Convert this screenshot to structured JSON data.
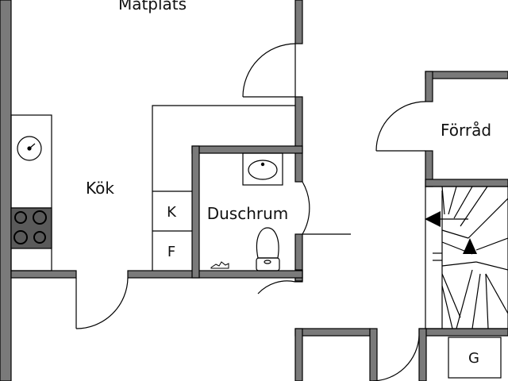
{
  "rooms": {
    "matplats": "Matplats",
    "kok": "Kök",
    "duschrum": "Duschrum",
    "forrad": "Förråd"
  },
  "fixtures": {
    "k": "K",
    "f": "F",
    "g": "G"
  },
  "colors": {
    "wall": "#7a7a7a",
    "wall_stroke": "#000000",
    "line": "#000000",
    "background": "#ffffff"
  }
}
